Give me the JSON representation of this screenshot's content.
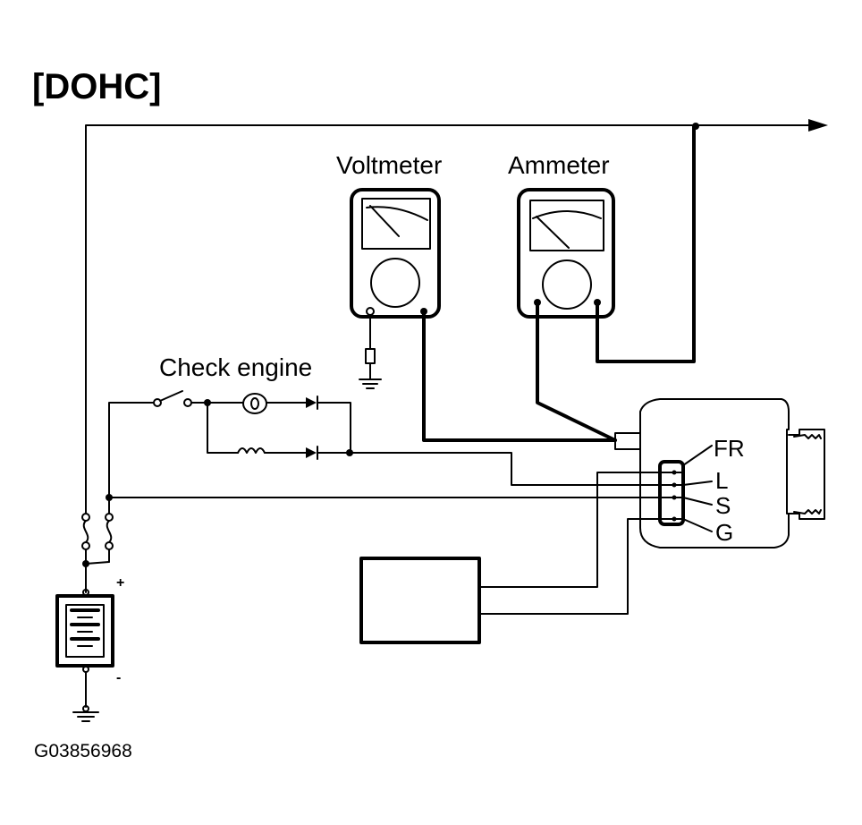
{
  "title": "[DOHC]",
  "figure_code": "G03856968",
  "components": {
    "voltmeter": {
      "label": "Voltmeter"
    },
    "ammeter": {
      "label": "Ammeter"
    },
    "check_engine": {
      "label": "Check engine"
    },
    "battery": {
      "positive_sign": "+",
      "negative_sign": "-"
    },
    "alternator_connector": {
      "pins": [
        {
          "label": "FR"
        },
        {
          "label": "L"
        },
        {
          "label": "S"
        },
        {
          "label": "G"
        }
      ]
    }
  }
}
